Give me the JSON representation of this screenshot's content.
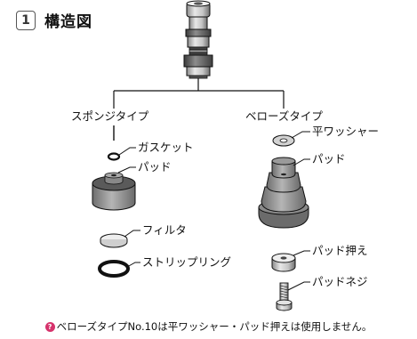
{
  "title": "構造図",
  "title_badge": "1",
  "branches": {
    "sponge": "スポンジタイプ",
    "bellows": "ベローズタイプ"
  },
  "parts": {
    "gasket": "ガスケット",
    "pad_sponge": "パッド",
    "filter": "フィルタ",
    "stripping_ring": "ストリップリング",
    "flat_washer": "平ワッシャー",
    "pad_bellows": "パッド",
    "pad_retainer": "パッド押え",
    "pad_screw": "パッドネジ"
  },
  "note": {
    "icon": "?",
    "text": "ベローズタイプNo.10は平ワッシャー・パッド押えは使用しません。"
  },
  "colors": {
    "line": "#111111",
    "gray_light": "#d9d9d9",
    "gray_mid": "#9a9a9a",
    "gray_dark": "#5a5a5a",
    "note_icon": "#d6336c"
  }
}
